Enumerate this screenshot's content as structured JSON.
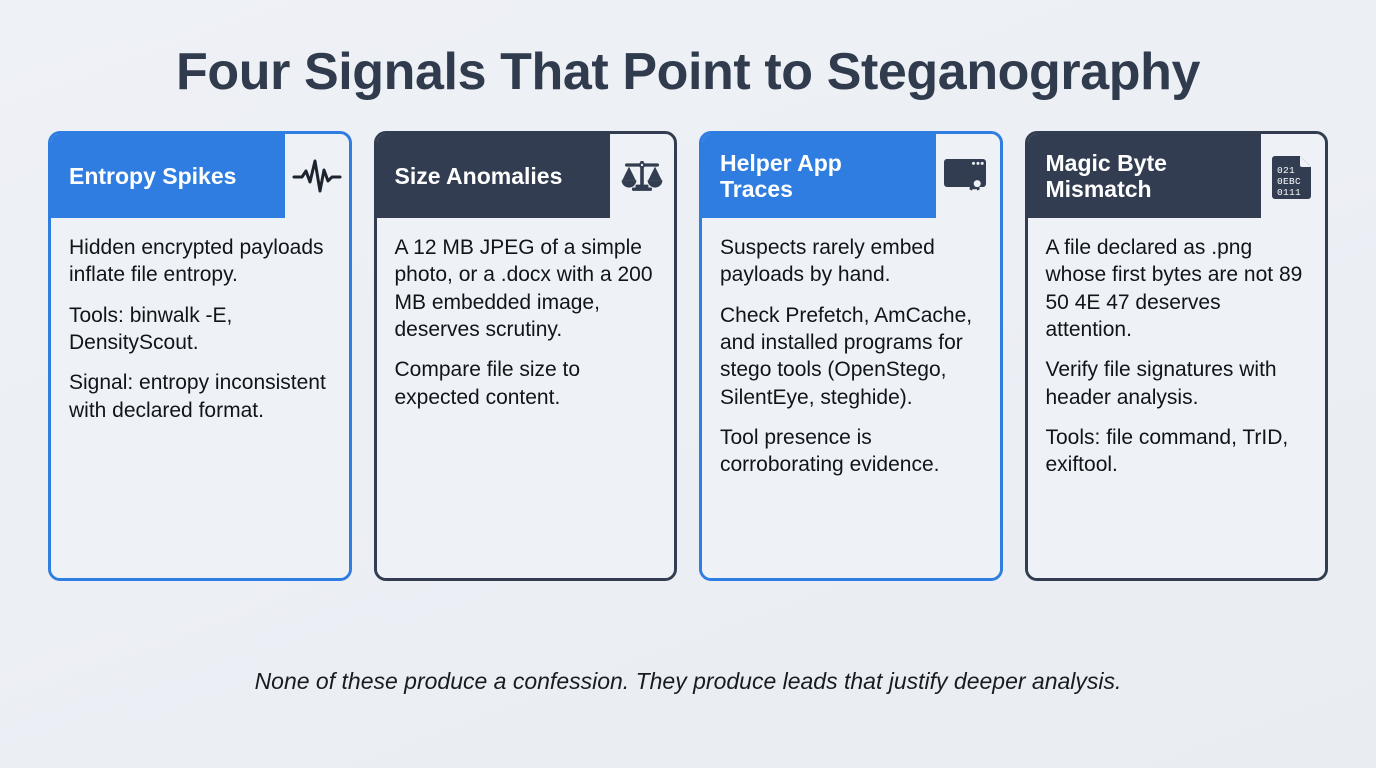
{
  "page_title": "Four Signals That Point to Steganography",
  "theme": {
    "background": "#eef1f5",
    "title_color": "#303b4d",
    "accent_blue": "#2f7de1",
    "accent_dark": "#323d51",
    "body_text": "#111418"
  },
  "cards": [
    {
      "title": "Entropy Spikes",
      "accent": "#2f7de1",
      "icon": "waveform-icon",
      "paragraphs": [
        "Hidden encrypted payloads inflate file entropy.",
        "Tools: binwalk -E, DensityScout.",
        "Signal: entropy inconsistent with declared format."
      ]
    },
    {
      "title": "Size Anomalies",
      "accent": "#323d51",
      "icon": "balance-scale-icon",
      "paragraphs": [
        "A 12 MB JPEG of a simple photo, or a .docx with a 200 MB embedded image, deserves scrutiny.",
        "Compare file size to expected content."
      ]
    },
    {
      "title": "Helper App Traces",
      "accent": "#2f7de1",
      "icon": "app-window-gear-icon",
      "paragraphs": [
        "Suspects rarely embed payloads by hand.",
        "Check Prefetch, AmCache, and installed programs for stego tools (OpenStego, SilentEye, steghide).",
        "Tool presence is corroborating evidence."
      ]
    },
    {
      "title": "Magic Byte Mismatch",
      "accent": "#323d51",
      "icon": "hex-file-icon",
      "icon_lines": [
        "021",
        "0EBC",
        "0111"
      ],
      "paragraphs": [
        "A file declared as .png whose first bytes are not 89 50 4E 47 deserves attention.",
        "Verify file signatures with header analysis.",
        "Tools: file command, TrID, exiftool."
      ]
    }
  ],
  "footer_note": "None of these produce a confession. They produce leads that justify deeper analysis."
}
